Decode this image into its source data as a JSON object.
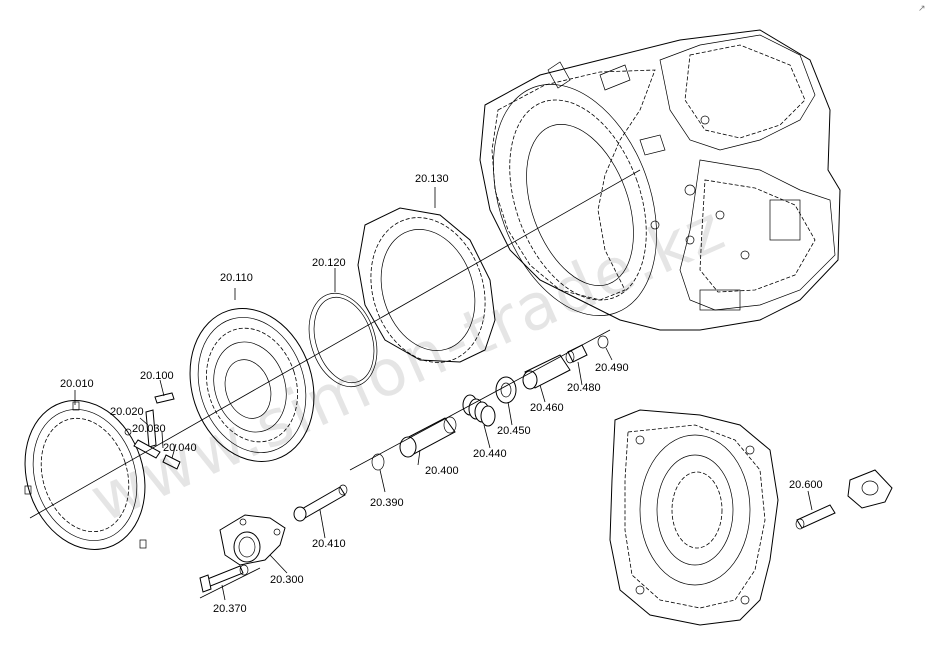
{
  "watermark": "www.simon-trade.kz",
  "corner_mark": "↗",
  "labels": {
    "p20_010": "20.010",
    "p20_020": "20.020",
    "p20_030": "20.030",
    "p20_040": "20.040",
    "p20_100": "20.100",
    "p20_110": "20.110",
    "p20_120": "20.120",
    "p20_130": "20.130",
    "p20_300": "20.300",
    "p20_370": "20.370",
    "p20_390": "20.390",
    "p20_400": "20.400",
    "p20_410": "20.410",
    "p20_440": "20.440",
    "p20_450": "20.450",
    "p20_460": "20.460",
    "p20_480": "20.480",
    "p20_490": "20.490",
    "p20_600": "20.600"
  }
}
